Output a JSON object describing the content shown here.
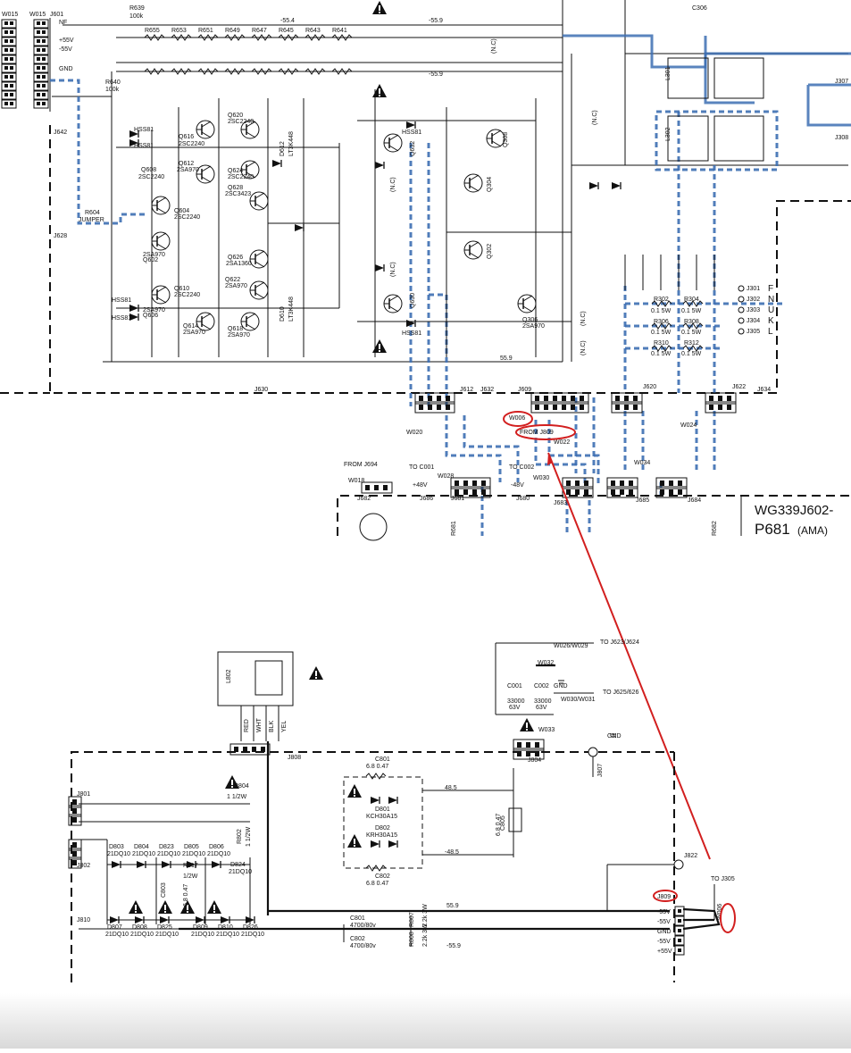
{
  "header_labels": {
    "w015a": "W015",
    "w015b": "W015",
    "j601": "J601",
    "nf": "NF",
    "p55v": "+55V",
    "m55v": "-55V",
    "gnd": "GND"
  },
  "upper_labels": {
    "r639": "R639",
    "r639v": "100k",
    "r640": "R640",
    "r640v": "100k",
    "v554": "-55.4",
    "v559": "-55.9",
    "v559b": "-55.9",
    "v559c": "55.9",
    "q606_row": [
      "R655",
      "R653",
      "R651",
      "R649",
      "R647",
      "R645",
      "R643",
      "R641"
    ],
    "j628": "J628",
    "j630": "J630",
    "j632": "J632",
    "j634": "J634",
    "j642": "J642",
    "r604": "R604",
    "jumper": "JUMPER",
    "q608": "Q608",
    "q610": "Q610",
    "q612": "Q612",
    "q616": "Q616",
    "q620": "Q620",
    "q624": "Q624",
    "q628": "Q628",
    "q622": "Q622",
    "q626": "Q626",
    "q618": "Q618",
    "q614": "Q614",
    "q604": "Q604",
    "q602": "Q602",
    "q606": "Q606",
    "q632": "Q632",
    "q630": "Q630",
    "q302": "Q302",
    "q304": "Q304",
    "q306": "Q306",
    "q308": "Q308",
    "sa970": "2SA970",
    "sc2240": "2SC2240",
    "sc3423": "2SC3423",
    "sa1360": "2SA1360",
    "hss81": "HSS81",
    "d612": "D612",
    "d610": "D610",
    "ltmark": "LT3K448",
    "j612": "J612",
    "j609": "J609",
    "j620": "J620",
    "j622": "J622",
    "r302": "R302",
    "r304": "R304",
    "r306": "R306",
    "r308": "R308",
    "r310": "R310",
    "r312": "R312",
    "rv01": "0.1   5W",
    "jf": "F",
    "jn": "N",
    "ju": "U",
    "jk": "K",
    "jl": "L",
    "j301": "J301",
    "j302": "J302",
    "j303": "J303",
    "j304": "J304",
    "j305": "J305",
    "nc": "(N.C)",
    "l301": "L301",
    "l302": "L302",
    "j307": "J307",
    "j308": "J308",
    "c306": "C306"
  },
  "wiring_labels": {
    "w006": "W006",
    "from_j809": "FROM J809",
    "w020": "W020",
    "w022": "W022",
    "w024": "W024",
    "from_j694": "FROM J694",
    "w018": "W018",
    "to_c001": "TO C001",
    "w028": "W028",
    "to_c002": "TO C002",
    "p48v": "+48V",
    "m48v": "-48V",
    "w030": "W030",
    "j682": "J682",
    "j686": "J686",
    "j681": "J681",
    "j680": "J680",
    "j683": "J683",
    "j685": "J685",
    "j684": "J684",
    "w034": "W034",
    "r681": "R681",
    "r682": "R682",
    "board_model": "WG339J602-",
    "board_id": "P681",
    "board_variant": "(AMA)"
  },
  "lower_labels": {
    "l802": "L802",
    "red": "RED",
    "wht": "WHT",
    "blk": "BLK",
    "yel": "YEL",
    "j808": "J808",
    "r804": "R804",
    "r804v": "1   1/2W",
    "r802": "R802",
    "r802v": "1   1/2W",
    "r817": "R817",
    "r817v": "1/2W",
    "c803": "C803",
    "c803v": "6.8   0.47",
    "d803": "D803",
    "d804": "D804",
    "d823": "D823",
    "d805": "D805",
    "d806": "D806",
    "d824": "D824",
    "d807": "D807",
    "d808": "D808",
    "d825": "D825",
    "d809": "D809",
    "d810": "D810",
    "d826": "D826",
    "d21dq10": "21DQ10",
    "j801": "J801",
    "j802": "J802",
    "j810": "J810",
    "c801": "C801",
    "c801v": "6.8  0.47",
    "d801": "D801",
    "d801v": "KCH30A15",
    "d802": "D802",
    "d802v": "KRH30A15",
    "c802": "C802",
    "c802v": "6.8  0.47",
    "c805": "C805",
    "c805v": "6.8  0.47",
    "v485": "48.5",
    "vm485": "-48.5",
    "v559": "55.9",
    "vm559": "-55.9",
    "cb801": "C801",
    "cb801v": "4700/80v",
    "cb802": "C802",
    "cb802v": "4700/80v",
    "r807": "R807",
    "r808": "R808",
    "r807v": "2.2k  3W",
    "r808v": "2.2k  3W",
    "w026": "W026/W029",
    "to_j623": "TO J623/J624",
    "w032": "W032",
    "c001": "C001",
    "c002": "C002",
    "cap_v": "33000",
    "cap_r": "63V",
    "gnd": "GND",
    "w030b": "W030/W031",
    "to_j625": "TO J625/626",
    "w033": "W033",
    "j804": "J804",
    "j807": "J807",
    "j822": "J822",
    "to_j305": "TO J305",
    "j809": "J809",
    "pins": [
      "-55V",
      "-55V",
      "GND",
      "-55V",
      "+55V"
    ],
    "w006b": "W006"
  },
  "colors": {
    "highlight_blue": "#3d6fb3",
    "annotation_red": "#d21f1f",
    "ink": "#111111"
  },
  "icons": [
    "warning-triangle-icon",
    "transistor-symbol",
    "diode-symbol",
    "resistor-symbol",
    "capacitor-symbol",
    "connector-symbol",
    "ground-symbol"
  ]
}
